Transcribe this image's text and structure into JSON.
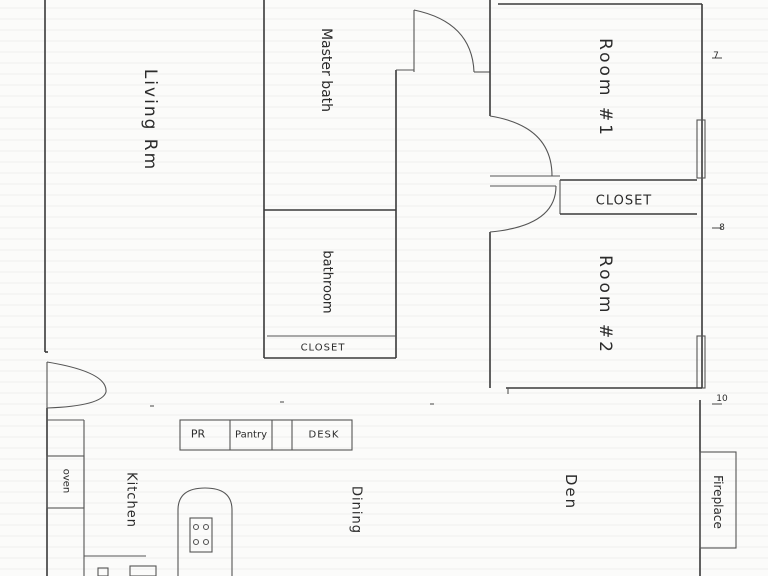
{
  "rooms": {
    "living_rm": "Living Rm",
    "master_bath": "Master bath",
    "room1": "Room #1",
    "room2": "Room #2",
    "bathroom": "bathroom",
    "closet_bath": "CLOSET",
    "closet_rooms": "CLOSET",
    "kitchen": "Kitchen",
    "dining": "Dining",
    "den": "Den",
    "fireplace": "Fireplace",
    "oven": "oven"
  },
  "counter": {
    "pr": "PR",
    "pantry": "Pantry",
    "desk": "DESK"
  },
  "margin_marks": {
    "m1": "7",
    "m2": "8",
    "m3": "10"
  }
}
